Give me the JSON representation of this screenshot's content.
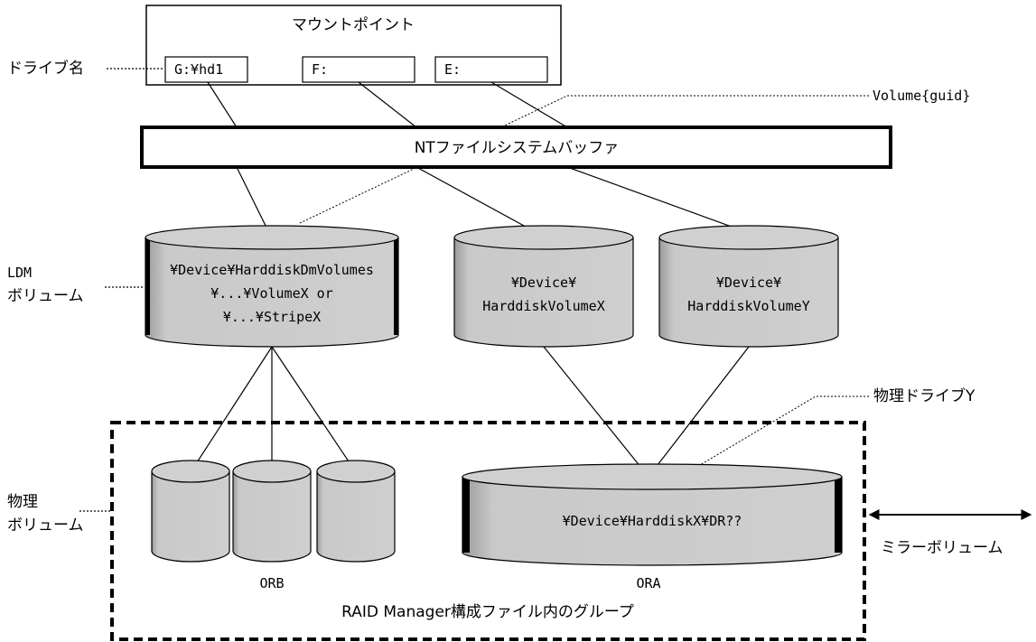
{
  "mount_point": {
    "title": "マウントポイント",
    "drive_label": "ドライブ名",
    "drives": [
      "G:¥hd1",
      "F:",
      "E:"
    ]
  },
  "volume_guid_label": "Volume{guid}",
  "nt_buffer_label": "NTファイルシステムバッファ",
  "ldm_label_line1": "LDM",
  "ldm_label_line2": "ボリューム",
  "ldm_volumes": [
    {
      "lines": [
        "¥Device¥HarddiskDmVolumes",
        "¥...¥VolumeX or",
        "¥...¥StripeX"
      ]
    },
    {
      "lines": [
        "¥Device¥",
        "HarddiskVolumeX"
      ]
    },
    {
      "lines": [
        "¥Device¥",
        "HarddiskVolumeY"
      ]
    }
  ],
  "physical_drive_label": "物理ドライブY",
  "physical_volume_label_line1": "物理",
  "physical_volume_label_line2": "ボリューム",
  "ora_disk_label": "¥Device¥HarddiskX¥DR??",
  "group_orb": "ORB",
  "group_ora": "ORA",
  "raid_group_label": "RAID Manager構成ファイル内のグループ",
  "mirror_label": "ミラーボリューム"
}
